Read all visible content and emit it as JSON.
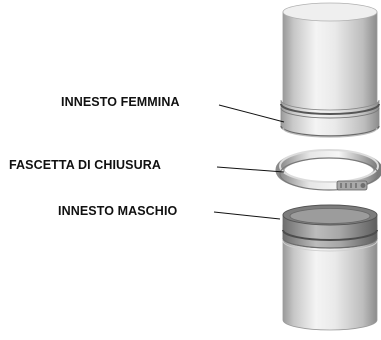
{
  "labels": {
    "female_coupling": "INNESTO FEMMINA",
    "closing_band": "FASCETTA DI CHIUSURA",
    "male_coupling": "INNESTO MASCHIO"
  },
  "colors": {
    "metal_light": "#f2f2f2",
    "metal_mid": "#cfcfcf",
    "metal_dark": "#8a8a8a",
    "leader_line": "#111111"
  }
}
